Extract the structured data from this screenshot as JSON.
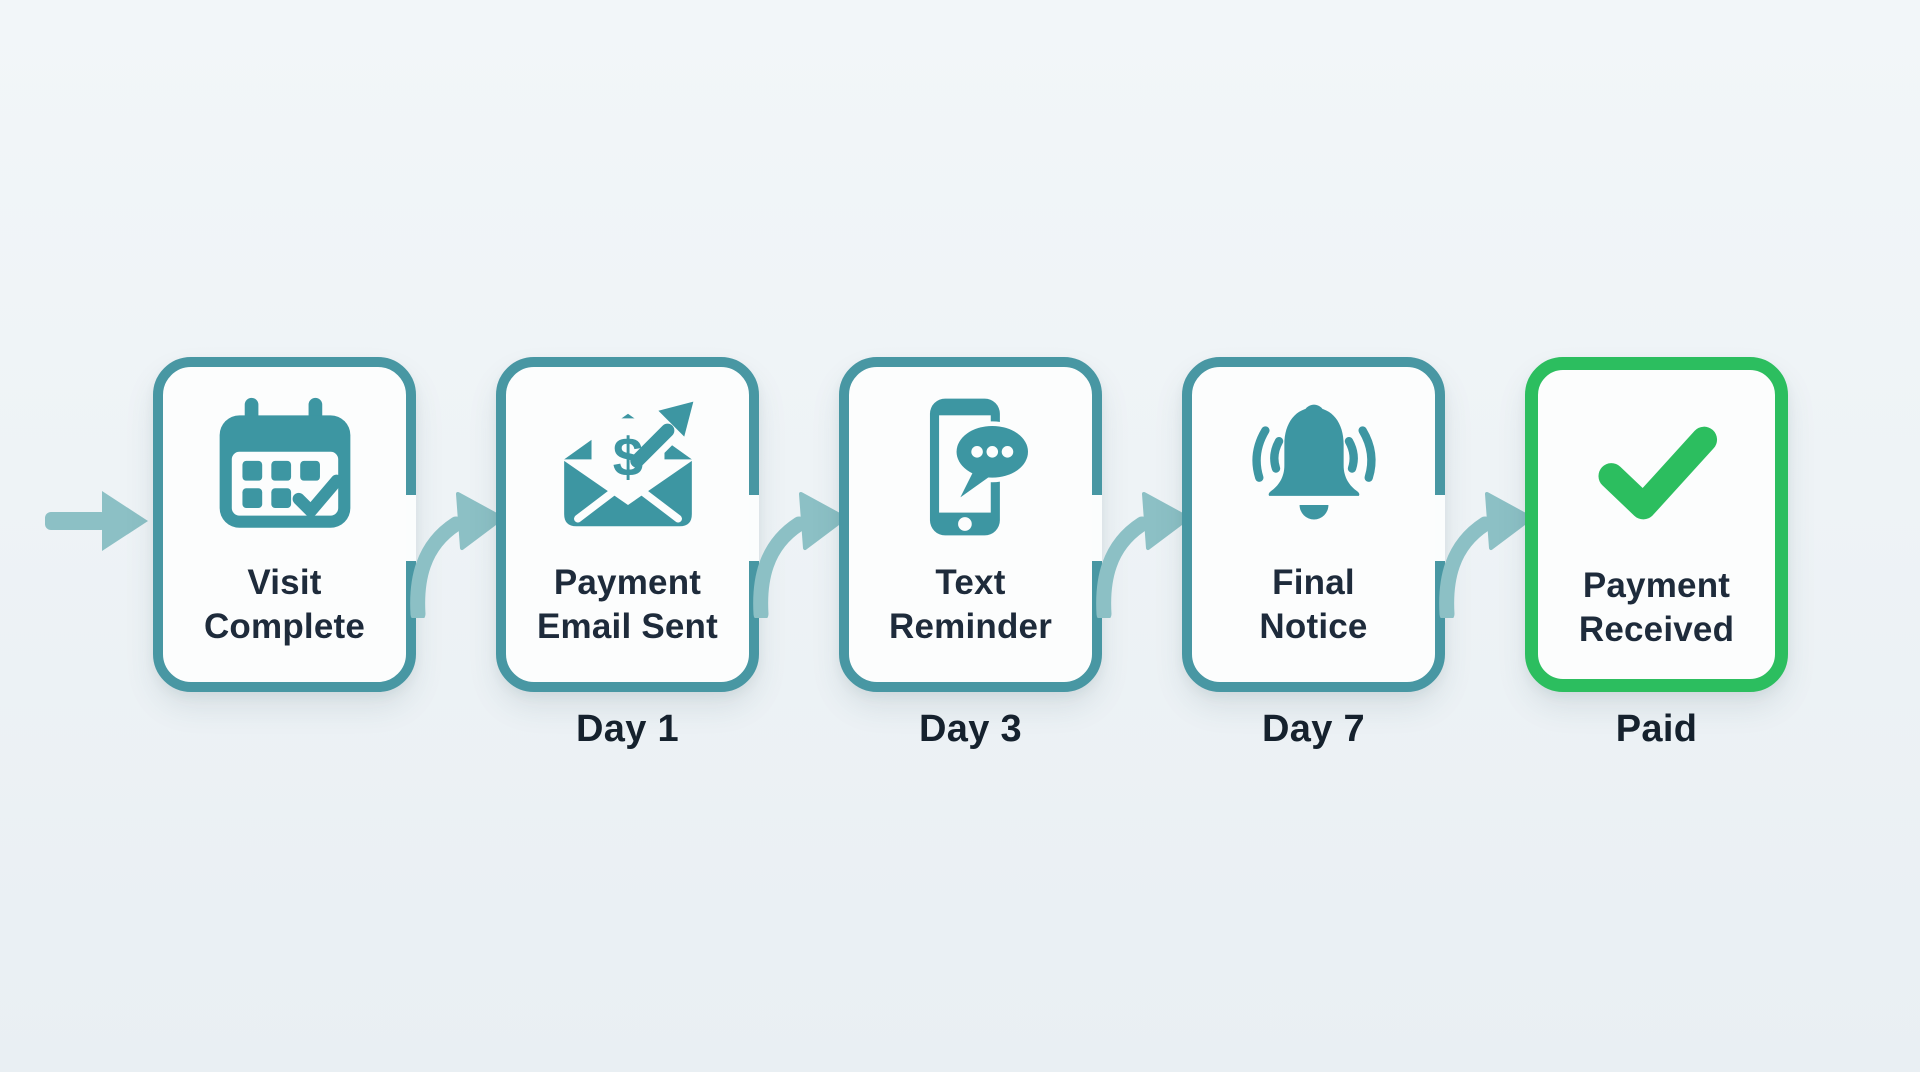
{
  "diagram": {
    "description": "Payment reminder workflow",
    "background_color": "#eef3f6",
    "colors": {
      "teal_border": "#4897a3",
      "teal_icon": "#3d96a2",
      "connector_arrow": "#8cc0c5",
      "success_green": "#2cbe5f",
      "text_dark": "#1e2b3b",
      "card_bg": "#fcfdfd"
    },
    "entry": {
      "icon": "arrow-right-icon"
    },
    "connector": {
      "icon": "curved-arrow-right-icon"
    },
    "steps": [
      {
        "icon": "calendar-check-icon",
        "title_line1": "Visit",
        "title_line2": "Complete",
        "sublabel": ""
      },
      {
        "icon": "payment-email-icon",
        "title_line1": "Payment",
        "title_line2": "Email Sent",
        "sublabel": "Day 1"
      },
      {
        "icon": "phone-chat-icon",
        "title_line1": "Text",
        "title_line2": "Reminder",
        "sublabel": "Day 3"
      },
      {
        "icon": "bell-alert-icon",
        "title_line1": "Final",
        "title_line2": "Notice",
        "sublabel": "Day 7"
      },
      {
        "icon": "check-icon",
        "title_line1": "Payment",
        "title_line2": "Received",
        "sublabel": "Paid"
      }
    ],
    "glyphs": {
      "dollar": "$"
    }
  }
}
